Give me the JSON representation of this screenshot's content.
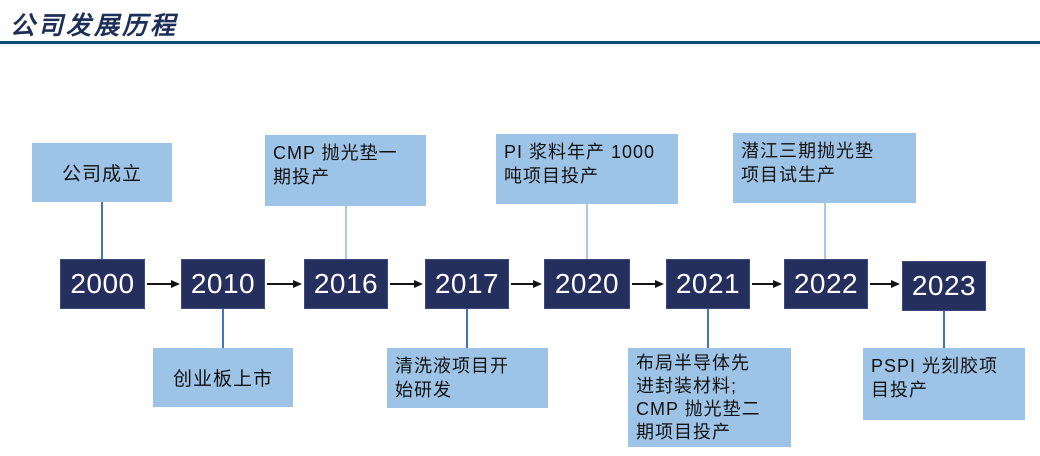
{
  "page": {
    "title": "公司发展历程"
  },
  "colors": {
    "title_text": "#1C2F58",
    "title_rule": "#0F4C75",
    "year_box_fill": "#242F5E",
    "year_text": "#FFFFFF",
    "callout_fill": "#9DC3E6",
    "callout_text": "#111111",
    "connector_strong": "#4472C4",
    "connector_light": "#A9C7E9",
    "arrow": "#141414"
  },
  "timeline": {
    "years": [
      "2000",
      "2010",
      "2016",
      "2017",
      "2020",
      "2021",
      "2022",
      "2023"
    ],
    "events": [
      {
        "year": "2000",
        "position": "above",
        "text": "公司成立"
      },
      {
        "year": "2010",
        "position": "below",
        "text": "创业板上市"
      },
      {
        "year": "2016",
        "position": "above",
        "text": "CMP 抛光垫一\n期投产"
      },
      {
        "year": "2017",
        "position": "below",
        "text": "清洗液项目开\n始研发"
      },
      {
        "year": "2020",
        "position": "above",
        "text": "PI 浆料年产 1000\n吨项目投产"
      },
      {
        "year": "2021",
        "position": "below",
        "text": "布局半导体先\n进封装材料;\nCMP 抛光垫二\n期项目投产"
      },
      {
        "year": "2022",
        "position": "above",
        "text": "潜江三期抛光垫\n项目试生产"
      },
      {
        "year": "2023",
        "position": "below",
        "text": "PSPI 光刻胶项\n目投产"
      }
    ]
  }
}
